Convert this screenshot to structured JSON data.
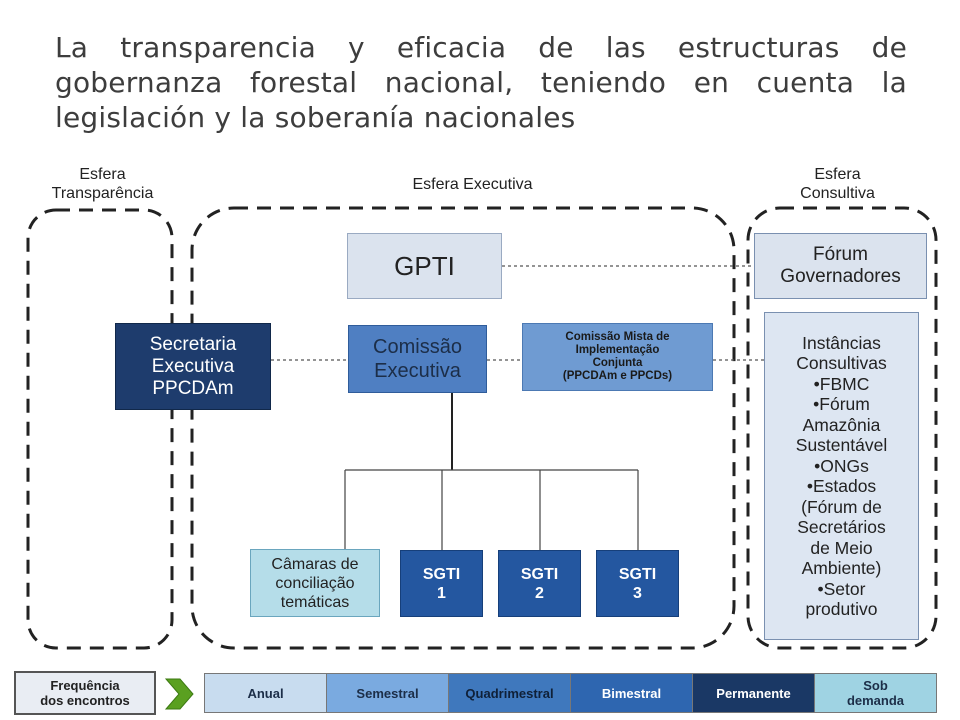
{
  "title": "La transparencia y eficacia de las estructuras de gobernanza forestal nacional, teniendo en cuenta la legislación y la soberanía nacionales",
  "spheres": {
    "transparencia": "Esfera\nTransparência",
    "executiva": "Esfera Executiva",
    "consultiva": "Esfera\nConsultiva"
  },
  "boxes": {
    "gpti": "GPTI",
    "comissao_executiva": "Comissão\nExecutiva",
    "comissao_mista": "Comissão Mista de\nImplementação\nConjunta\n(PPCDAm e PPCDs)",
    "secretaria": "Secretaria\nExecutiva\nPPCDAm",
    "forum_governadores": "Fórum\nGovernadores",
    "instancias": "Instâncias\nConsultivas\n•FBMC\n•Fórum\nAmazônia\nSustentável\n•ONGs\n•Estados\n(Fórum de\nSecretários\nde Meio\nAmbiente)\n•Setor\nprodutivo",
    "camaras": "Câmaras de\nconciliação\ntemáticas",
    "sgti1": "SGTI\n1",
    "sgti2": "SGTI\n2",
    "sgti3": "SGTI\n3"
  },
  "legend": {
    "label": "Frequência\ndos encontros",
    "items": [
      "Anual",
      "Semestral",
      "Quadrimestral",
      "Bimestral",
      "Permanente",
      "Sob\ndemanda"
    ]
  },
  "colors": {
    "anual": "#c8dcef",
    "semestral": "#7aaae0",
    "quadrimestral": "#3f78bd",
    "bimestral": "#2e66b0",
    "permanente": "#1a3865",
    "sob_demanda": "#9fd3e3",
    "arrow": "#5aa020"
  }
}
